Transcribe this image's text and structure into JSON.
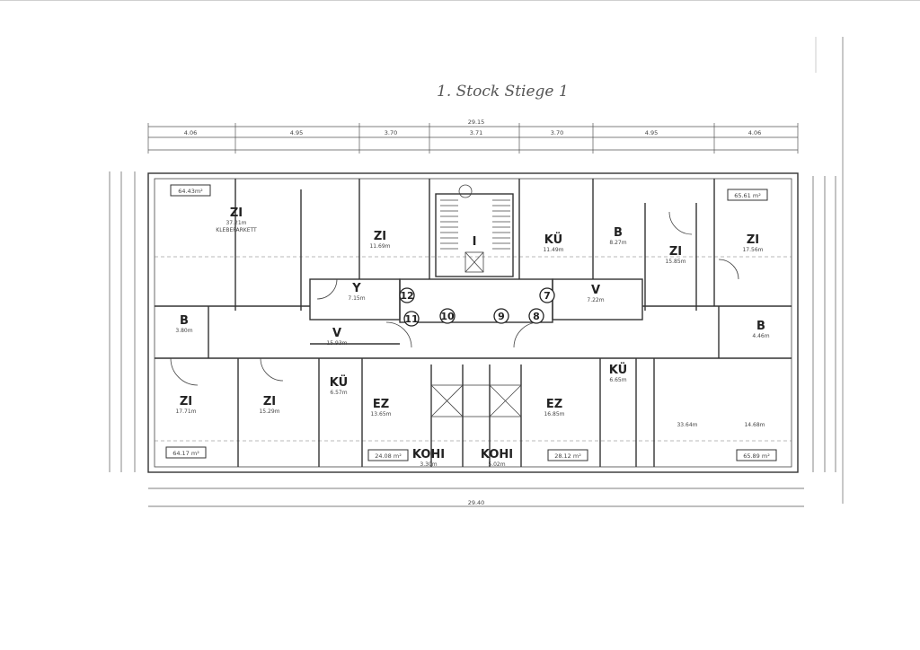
{
  "title": "1. Stock Stiege 1",
  "dimensions": {
    "top_total": "29.15",
    "top_segments": [
      "4.06",
      "4.95",
      "3.70",
      "3.71",
      "3.70",
      "4.95",
      "4.06"
    ],
    "bottom_total": "29.40"
  },
  "stair": {
    "label": "I"
  },
  "door_numbers": [
    "12",
    "11",
    "10",
    "9",
    "8",
    "7"
  ],
  "rooms": [
    {
      "label": "ZI",
      "area": "37.21m",
      "note": "KLEBEPARKETT"
    },
    {
      "label": "ZI",
      "area": "11.69m"
    },
    {
      "label": "KÜ",
      "area": "11.49m"
    },
    {
      "label": "B",
      "area": "8.27m"
    },
    {
      "label": "ZI",
      "area": "15.85m"
    },
    {
      "label": "ZI",
      "area": "17.56m"
    },
    {
      "label": "Y",
      "area": "7.15m"
    },
    {
      "label": "V",
      "area": "7.22m"
    },
    {
      "label": "B",
      "area": "3.80m"
    },
    {
      "label": "B",
      "area": "4.46m"
    },
    {
      "label": "V",
      "area": "15.93m"
    },
    {
      "label": "ZI",
      "area": "17.71m"
    },
    {
      "label": "ZI",
      "area": "15.29m"
    },
    {
      "label": "KÜ",
      "area": "6.57m"
    },
    {
      "label": "EZ",
      "area": "13.65m"
    },
    {
      "label": "EZ",
      "area": "16.85m"
    },
    {
      "label": "KÜ",
      "area": "6.65m"
    },
    {
      "label": "",
      "area": "33.64m"
    },
    {
      "label": "",
      "area": "14.68m"
    },
    {
      "label": "KOHI",
      "area": "3.30m"
    },
    {
      "label": "KOHI",
      "area": "5.02m"
    }
  ],
  "unit_areas": [
    "64.43m²",
    "65.61 m²",
    "64.17 m²",
    "24.08 m²",
    "28.12 m²",
    "65.89 m²"
  ]
}
